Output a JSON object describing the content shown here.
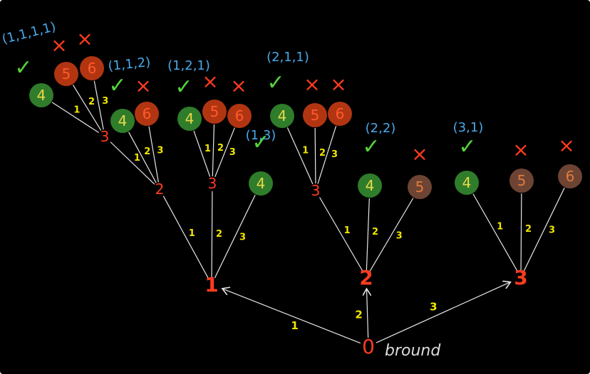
{
  "colors": {
    "background": "#000000",
    "edge": "#e8e8e8",
    "node_text": "#ff3b1f",
    "edge_label": "#f2e600",
    "tuple": "#4aa8e8",
    "check": "#55d43a",
    "cross": "#ff3b1f",
    "node_green": "#2f7d2a",
    "node_green_text": "#e9d84a",
    "node_red": "#b23512",
    "node_red_dark": "#8a3a22",
    "node_brown": "#6d4434",
    "node_brown_text": "#e07a3c"
  },
  "nodes": [
    {
      "id": "n0",
      "label": "0",
      "style": "plain"
    },
    {
      "id": "n1",
      "label": "1",
      "style": "plain-bold"
    },
    {
      "id": "n2",
      "label": "2",
      "style": "plain-bold"
    },
    {
      "id": "n3",
      "label": "3",
      "style": "plain-bold"
    },
    {
      "id": "n1_2",
      "label": "2",
      "style": "plain"
    },
    {
      "id": "n1_3",
      "label": "3",
      "style": "plain"
    },
    {
      "id": "n1_4",
      "label": "4",
      "style": "green"
    },
    {
      "id": "n2_3",
      "label": "3",
      "style": "plain"
    },
    {
      "id": "n2_4",
      "label": "4",
      "style": "green"
    },
    {
      "id": "n2_5",
      "label": "5",
      "style": "brown"
    },
    {
      "id": "n3_4",
      "label": "4",
      "style": "green"
    },
    {
      "id": "n3_5",
      "label": "5",
      "style": "brown"
    },
    {
      "id": "n3_6",
      "label": "6",
      "style": "brown"
    },
    {
      "id": "n12_3",
      "label": "3",
      "style": "plain"
    },
    {
      "id": "n12_4",
      "label": "4",
      "style": "green"
    },
    {
      "id": "n12_5",
      "label": "6",
      "style": "red"
    },
    {
      "id": "n123_4",
      "label": "4",
      "style": "green"
    },
    {
      "id": "n123_5",
      "label": "5",
      "style": "red"
    },
    {
      "id": "n123_6",
      "label": "6",
      "style": "red"
    },
    {
      "id": "n13_4",
      "label": "4",
      "style": "green"
    },
    {
      "id": "n13_5",
      "label": "5",
      "style": "red"
    },
    {
      "id": "n13_6",
      "label": "6",
      "style": "red"
    },
    {
      "id": "n23_4",
      "label": "4",
      "style": "green"
    },
    {
      "id": "n23_5",
      "label": "5",
      "style": "red"
    },
    {
      "id": "n23_6",
      "label": "6",
      "style": "red"
    }
  ],
  "edges": [
    {
      "from": "n0",
      "to": "n1",
      "label": "1",
      "arrow": true
    },
    {
      "from": "n0",
      "to": "n2",
      "label": "2",
      "arrow": true
    },
    {
      "from": "n0",
      "to": "n3",
      "label": "3",
      "arrow": true
    },
    {
      "from": "n1",
      "to": "n1_2",
      "label": "1"
    },
    {
      "from": "n1",
      "to": "n1_3",
      "label": "2"
    },
    {
      "from": "n1",
      "to": "n1_4",
      "label": "3"
    },
    {
      "from": "n2",
      "to": "n2_3",
      "label": "1"
    },
    {
      "from": "n2",
      "to": "n2_4",
      "label": "2"
    },
    {
      "from": "n2",
      "to": "n2_5",
      "label": "3"
    },
    {
      "from": "n3",
      "to": "n3_4",
      "label": "1"
    },
    {
      "from": "n3",
      "to": "n3_5",
      "label": "2"
    },
    {
      "from": "n3",
      "to": "n3_6",
      "label": "3"
    },
    {
      "from": "n1_2",
      "to": "n12_3",
      "label": "1"
    },
    {
      "from": "n1_2",
      "to": "n12_4",
      "label": "2"
    },
    {
      "from": "n1_2",
      "to": "n12_5",
      "label": "3"
    },
    {
      "from": "n12_3",
      "to": "n123_4",
      "label": "1"
    },
    {
      "from": "n12_3",
      "to": "n123_5",
      "label": "2"
    },
    {
      "from": "n12_3",
      "to": "n123_6",
      "label": "3"
    },
    {
      "from": "n1_3",
      "to": "n13_4",
      "label": "1"
    },
    {
      "from": "n1_3",
      "to": "n13_5",
      "label": "2"
    },
    {
      "from": "n1_3",
      "to": "n13_6",
      "label": "3"
    },
    {
      "from": "n2_3",
      "to": "n23_4",
      "label": "1"
    },
    {
      "from": "n2_3",
      "to": "n23_5",
      "label": "2"
    },
    {
      "from": "n2_3",
      "to": "n23_6",
      "label": "3"
    }
  ],
  "tuples": [
    {
      "id": "t1111",
      "text": "(1,1,1,1)"
    },
    {
      "id": "t112",
      "text": "(1,1,2)"
    },
    {
      "id": "t121",
      "text": "(1,2,1)"
    },
    {
      "id": "t13",
      "text": "(1,3)"
    },
    {
      "id": "t211",
      "text": "(2,1,1)"
    },
    {
      "id": "t22",
      "text": "(2,2)"
    },
    {
      "id": "t31",
      "text": "(3,1)"
    }
  ],
  "marks": {
    "check": "✓",
    "cross": "×"
  },
  "note": "bround"
}
